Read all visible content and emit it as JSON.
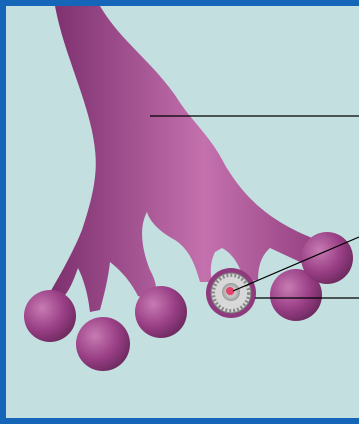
{
  "figure": {
    "background": "#c4dfdf",
    "border_color": "#1565b8",
    "structure_color": "#9a3f86",
    "structure_highlight": "#c06aab",
    "label_lines": [
      "label-line-1",
      "label-line-2",
      "label-line-3"
    ]
  }
}
